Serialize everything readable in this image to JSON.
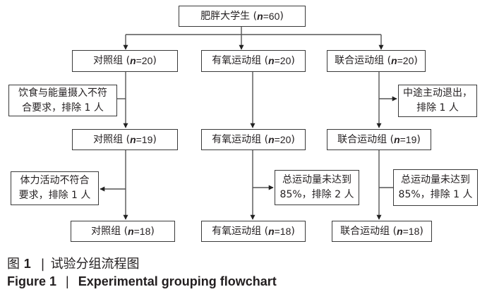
{
  "diagram": {
    "type": "flowchart",
    "top": {
      "label": "肥胖大学生",
      "n_prefix": "n",
      "n_value": "=60"
    },
    "groups": [
      {
        "stages": [
          {
            "label": "对照组",
            "n_prefix": "n",
            "n_value": "=20"
          },
          {
            "label": "对照组",
            "n_prefix": "n",
            "n_value": "=19"
          },
          {
            "label": "对照组",
            "n_prefix": "n",
            "n_value": "=18"
          }
        ],
        "exclusions": [
          {
            "line1": "饮食与能量摄入不符",
            "line2": "合要求，排除 1 人"
          },
          {
            "line1": "体力活动不符合",
            "line2": "要求，排除 1 人"
          }
        ]
      },
      {
        "stages": [
          {
            "label": "有氧运动组",
            "n_prefix": "n",
            "n_value": "=20"
          },
          {
            "label": "有氧运动组",
            "n_prefix": "n",
            "n_value": "=20"
          },
          {
            "label": "有氧运动组",
            "n_prefix": "n",
            "n_value": "=18"
          }
        ],
        "exclusions": [
          {
            "line1": "总运动量未达到",
            "line2": "85%，排除 2 人"
          }
        ]
      },
      {
        "stages": [
          {
            "label": "联合运动组",
            "n_prefix": "n",
            "n_value": "=20"
          },
          {
            "label": "联合运动组",
            "n_prefix": "n",
            "n_value": "=19"
          },
          {
            "label": "联合运动组",
            "n_prefix": "n",
            "n_value": "=18"
          }
        ],
        "exclusions": [
          {
            "line1": "中途主动退出，",
            "line2": "排除 1 人"
          },
          {
            "line1": "总运动量未达到",
            "line2": "85%，排除 1 人"
          }
        ]
      }
    ]
  },
  "caption": {
    "cn_prefix": "图",
    "cn_number": "1",
    "cn_separator": "|",
    "cn_title": "试验分组流程图",
    "en_prefix": "Figure 1",
    "en_separator": "|",
    "en_title": "Experimental grouping flowchart"
  },
  "colors": {
    "box_border": "#3a3a3a",
    "line": "#555555",
    "arrow": "#222222",
    "text": "#231f20"
  }
}
